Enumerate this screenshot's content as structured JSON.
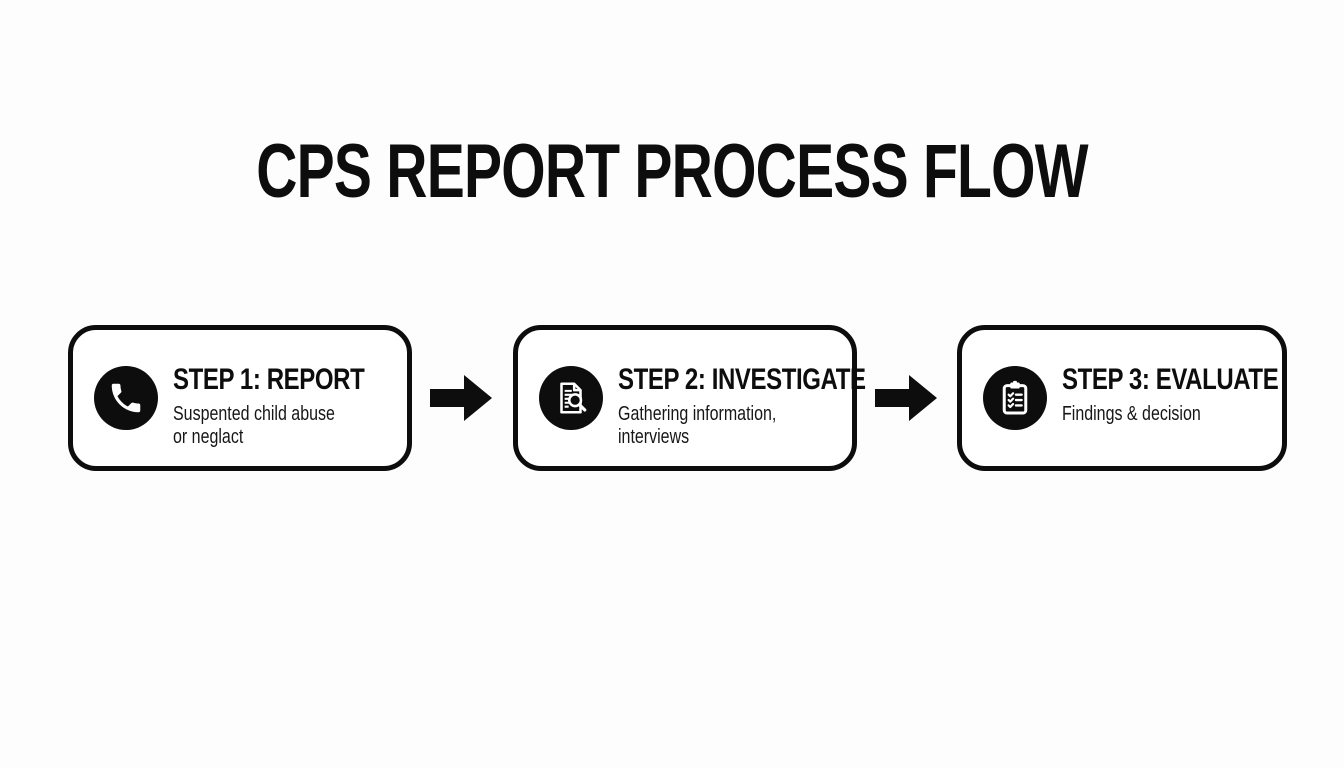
{
  "page": {
    "title": "CPS REPORT PROCESS FLOW"
  },
  "colors": {
    "background": "#fdfdfd",
    "ink": "#0d0d0d",
    "box_background": "#ffffff"
  },
  "flow": {
    "connector": "arrow-right-icon",
    "steps": [
      {
        "icon": "phone-icon",
        "title": "STEP 1: REPORT",
        "description": "Suspented child abuse\nor neglact"
      },
      {
        "icon": "document-search-icon",
        "title": "STEP 2: INVESTIGATE",
        "description": "Gathering information,\ninterviews"
      },
      {
        "icon": "clipboard-check-icon",
        "title": "STEP 3: EVALUATE",
        "description": "Findings & decision"
      }
    ]
  }
}
